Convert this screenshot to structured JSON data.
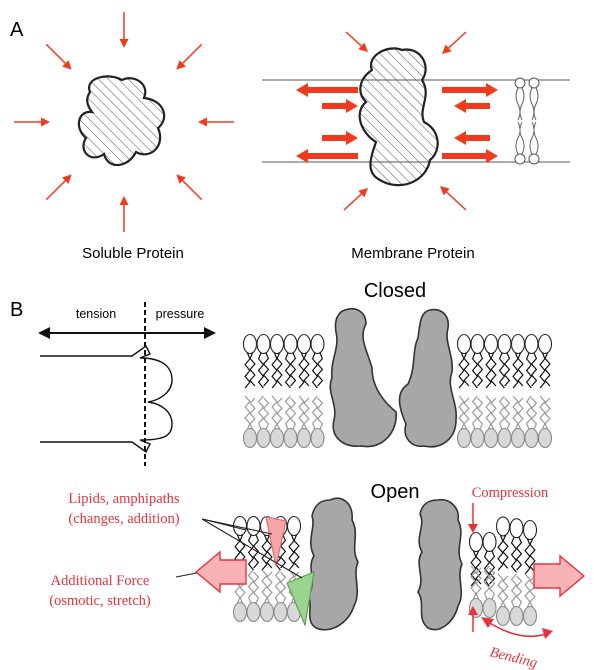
{
  "panel_a": {
    "label": "A",
    "soluble_caption": "Soluble Protein",
    "membrane_caption": "Membrane Protein"
  },
  "panel_b": {
    "label": "B",
    "tension_label": "tension",
    "pressure_label": "pressure",
    "closed_title": "Closed",
    "open_title": "Open",
    "annotations": {
      "lipids_line1": "Lipids, amphipaths",
      "lipids_line2": "(changes, addition)",
      "force_line1": "Additional Force",
      "force_line2": "(osmotic, stretch)",
      "compression": "Compression",
      "bending": "Bending"
    }
  },
  "colors": {
    "arrow_red": "#f03a1e",
    "annotation_red": "#e8323c",
    "protein_gray": "#a7a7a7",
    "tail_gray": "#9a9a9a",
    "pink_wedge": "#f7a5a8",
    "green_wedge": "#9ad48e",
    "force_arrow_fill": "#f9b3b6"
  }
}
